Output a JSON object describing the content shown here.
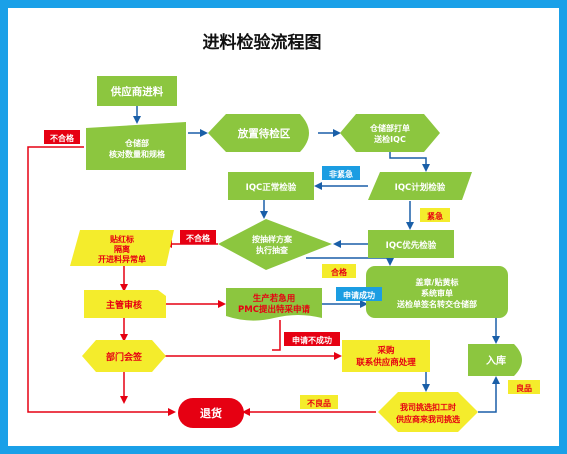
{
  "title": "进料检验流程图",
  "nodes": {
    "supplier_intake": "供应商进料",
    "warehouse_check": [
      "仓储部",
      "核对数量和规格"
    ],
    "staging_area": "放置待检区",
    "warehouse_print": [
      "仓储部打单",
      "送检IQC"
    ],
    "iqc_plan": "IQC计划检验",
    "iqc_normal": "IQC正常检验",
    "iqc_priority": "IQC优先检验",
    "sampling": [
      "按抽样方案",
      "执行抽查"
    ],
    "red_label": [
      "贴红标",
      "隔离",
      "开进料异常单"
    ],
    "approve": [
      "盖章/贴黄标",
      "系统审单",
      "送检单签名转交仓储部"
    ],
    "supervisor": "主管审核",
    "pmc": [
      "生产若急用",
      "PMC提出特采申请"
    ],
    "dept_sign": "部门会签",
    "purchase": [
      "采购",
      "联系供应商处理"
    ],
    "warehouse_in": "入库",
    "return_goods": "退货",
    "sort_rework": [
      "我司挑选扣工时",
      "供应商来我司挑选"
    ]
  },
  "labels": {
    "reject1": "不合格",
    "non_urgent": "非紧急",
    "urgent": "紧急",
    "reject2": "不合格",
    "pass": "合格",
    "apply_ok": "申请成功",
    "apply_fail": "申请不成功",
    "bad": "不良品",
    "good": "良品"
  },
  "colors": {
    "background": "#1aa0e8",
    "canvas": "#ffffff",
    "green_node": "#8cc63f",
    "yellow_node": "#f4ec2c",
    "red_node": "#e60012",
    "blue_tag": "#1b9de2",
    "flow_line": "#1a5fa8",
    "reject_line": "#e60012"
  }
}
